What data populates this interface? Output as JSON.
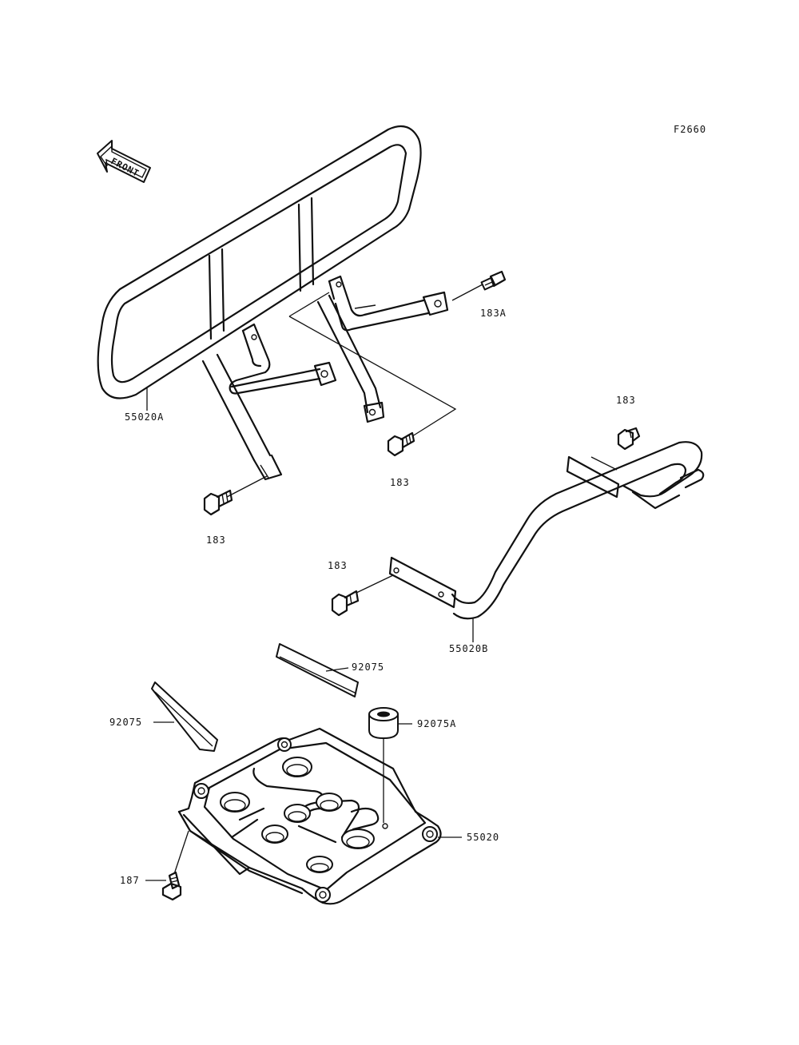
{
  "diagram_id": "F2660",
  "front_label": "FRONT",
  "labels": {
    "front_guard": "55020A",
    "bolt_183a": "183A",
    "bolt_183_right": "183",
    "bolt_183_center": "183",
    "bolt_183_left": "183",
    "bolt_183_rear": "183",
    "rear_guard": "55020B",
    "pad_upper": "92075",
    "pad_left": "92075",
    "damper": "92075A",
    "skid_plate": "55020",
    "bolt_187": "187"
  }
}
